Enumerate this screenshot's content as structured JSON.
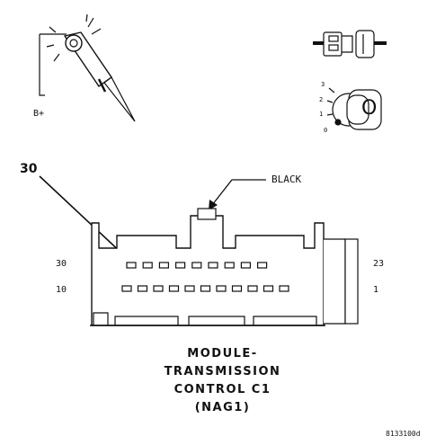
{
  "diagram": {
    "power_label": "B+",
    "callout_number": "30",
    "wire_color_label": "BLACK",
    "pin_labels": {
      "top_left": "30",
      "bottom_left": "10",
      "top_right": "23",
      "bottom_right": "1"
    },
    "ignition_positions": [
      "3",
      "2",
      "1",
      "0"
    ],
    "key_position_label": "O",
    "title_lines": [
      "MODULE-",
      "TRANSMISSION",
      "CONTROL C1",
      "(NAG1)"
    ],
    "figure_code": "8133100d"
  }
}
